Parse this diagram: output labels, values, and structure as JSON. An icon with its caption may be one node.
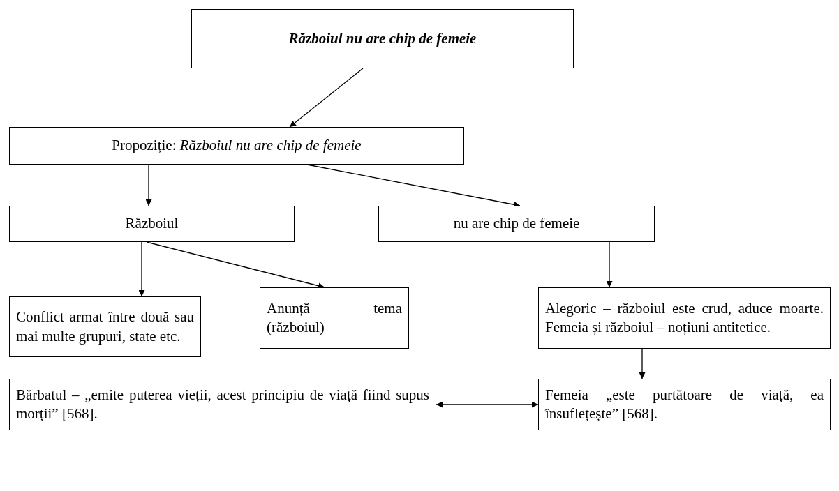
{
  "diagram": {
    "nodes": [
      {
        "text": [
          "Războiul nu are chip de femeie"
        ]
      },
      {
        "text": [
          "Propoziție: *Războiul nu are chip de femeie*"
        ]
      },
      {
        "text": [
          "Războiul"
        ]
      },
      {
        "text": [
          "nu are chip de femeie"
        ]
      },
      {
        "text": [
          "Conflict armat între două sau mai multe grupuri, state etc."
        ]
      },
      {
        "text": [
          "Anunță tema (războiul)"
        ]
      },
      {
        "text": [
          "Alegoric – războiul este crud, aduce moarte. Femeia și războiul – noțiuni antitetice."
        ]
      },
      {
        "text": [
          "Bărbatul – „emite puterea vieții, acest principiu de viață fiind supus morții” [568]."
        ]
      },
      {
        "text": [
          "Femeia „este purtătoare de viață, ea însuflețește” [568]."
        ]
      }
    ],
    "edges": [
      {
        "from": 0,
        "to": 1,
        "arrow": "to"
      },
      {
        "from": 1,
        "to": 2,
        "arrow": "to"
      },
      {
        "from": 1,
        "to": 3,
        "arrow": "to"
      },
      {
        "from": 2,
        "to": 4,
        "arrow": "to"
      },
      {
        "from": 2,
        "to": 5,
        "arrow": "to"
      },
      {
        "from": 3,
        "to": 6,
        "arrow": "to"
      },
      {
        "from": 6,
        "to": 8,
        "arrow": "to"
      },
      {
        "from": 7,
        "to": 8,
        "arrow": "both"
      }
    ]
  }
}
